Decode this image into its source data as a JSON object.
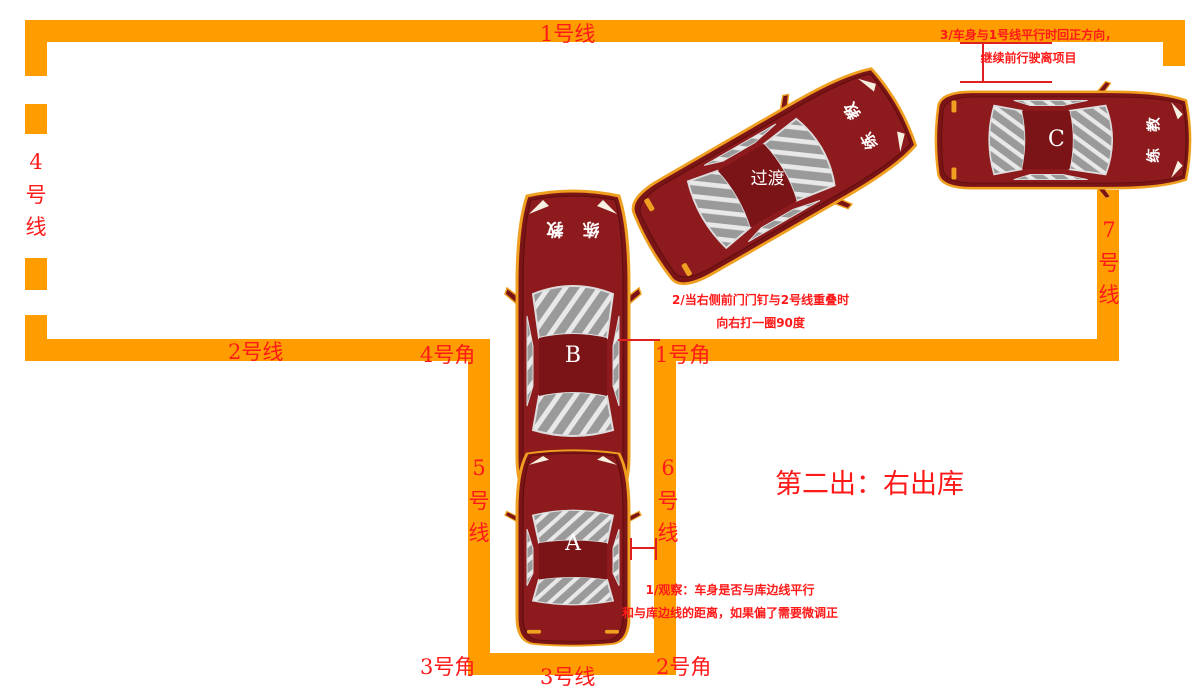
{
  "title": "第二出：右出库",
  "lines": {
    "line1": "1号线",
    "line2": "2号线",
    "line3": "3号线",
    "line4": [
      "4",
      "号",
      "线"
    ],
    "line5": [
      "5",
      "号",
      "线"
    ],
    "line6": [
      "6",
      "号",
      "线"
    ],
    "line7": [
      "7",
      "号",
      "线"
    ]
  },
  "corners": {
    "corner1": "1号角",
    "corner2": "2号角",
    "corner3": "3号角",
    "corner4": "4号角"
  },
  "notes": {
    "step1": [
      "1/观察：车身是否与库边线平行",
      "和与库边线的距离，如果偏了需要微调正"
    ],
    "step2": [
      "2/当右侧前门门钉与2号线重叠时",
      "向右打一圈90度"
    ],
    "step3": [
      "3/车身与1号线平行时回正方向，",
      "继续前行驶离项目"
    ]
  },
  "cars": {
    "A": {
      "letter": "A"
    },
    "B": {
      "letter": "B",
      "sign": [
        "教",
        "练"
      ]
    },
    "transition": {
      "letter": "过渡",
      "sign": [
        "教",
        "练"
      ]
    },
    "C": {
      "letter": "C",
      "sign": [
        "教",
        "练"
      ]
    }
  },
  "colors": {
    "line": "#ff9d00",
    "car_body": "#7b1416",
    "car_trim": "#f0a020",
    "text": "#ff1a1a"
  }
}
